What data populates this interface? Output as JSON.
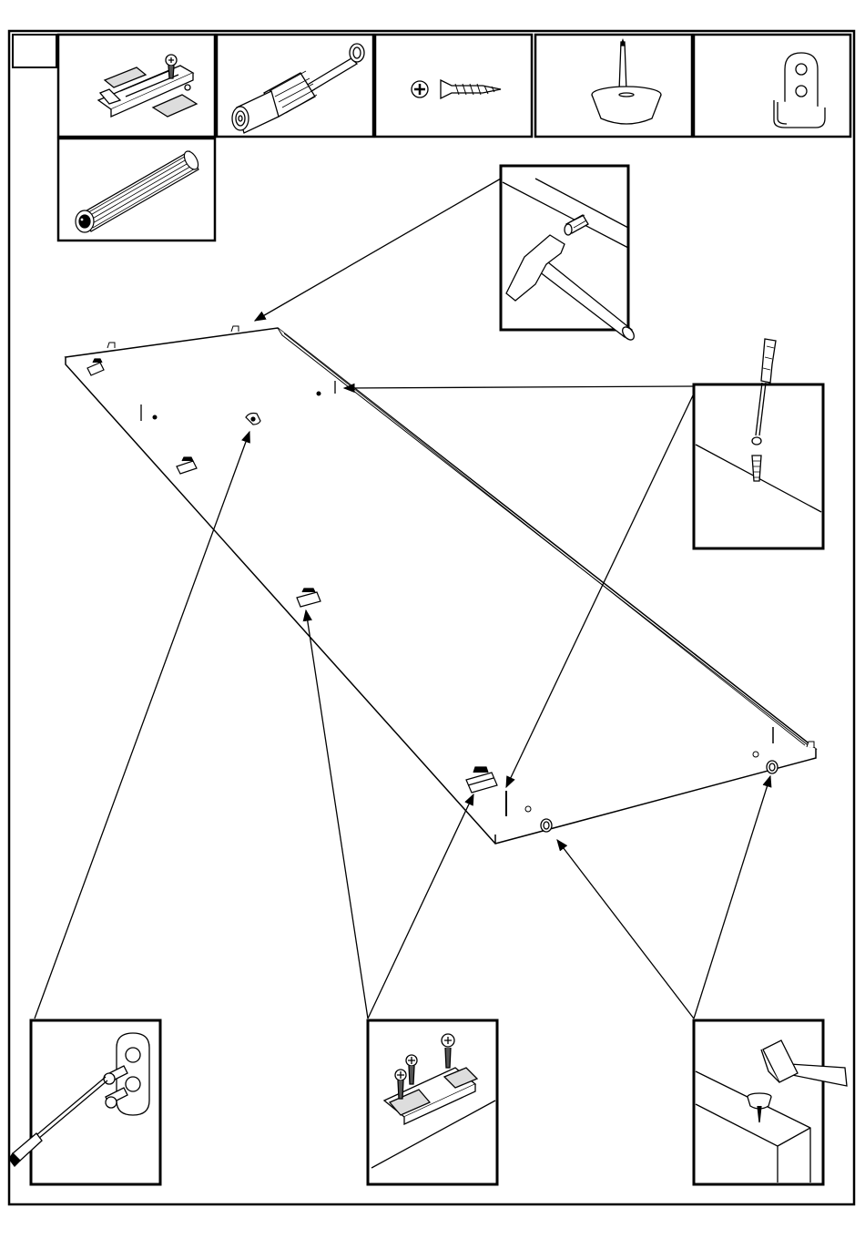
{
  "page": {
    "step_number": "",
    "background": "#ffffff",
    "ink": "#000000"
  },
  "parts": [
    {
      "id": "hinge-plate-bracket",
      "icon": "hinge-plate-icon"
    },
    {
      "id": "cam-dowel-connector",
      "icon": "cam-dowel-icon"
    },
    {
      "id": "phillips-screw",
      "icon": "phillips-screw-icon"
    },
    {
      "id": "nail-glide-foot",
      "icon": "nail-glide-icon"
    },
    {
      "id": "shelf-support-clip",
      "icon": "shelf-clip-icon"
    },
    {
      "id": "wooden-dowel",
      "icon": "wooden-dowel-icon"
    }
  ],
  "callouts": [
    {
      "id": "hammer-dowel-detail",
      "icon": "hammer-icon"
    },
    {
      "id": "screwdriver-cam-detail",
      "icon": "screwdriver-icon"
    },
    {
      "id": "screwdriver-clip-detail",
      "icon": "screwdriver-icon"
    },
    {
      "id": "hinge-plate-screws-detail",
      "icon": "hinge-plate-icon"
    },
    {
      "id": "hammer-glide-detail",
      "icon": "hammer-icon"
    }
  ]
}
